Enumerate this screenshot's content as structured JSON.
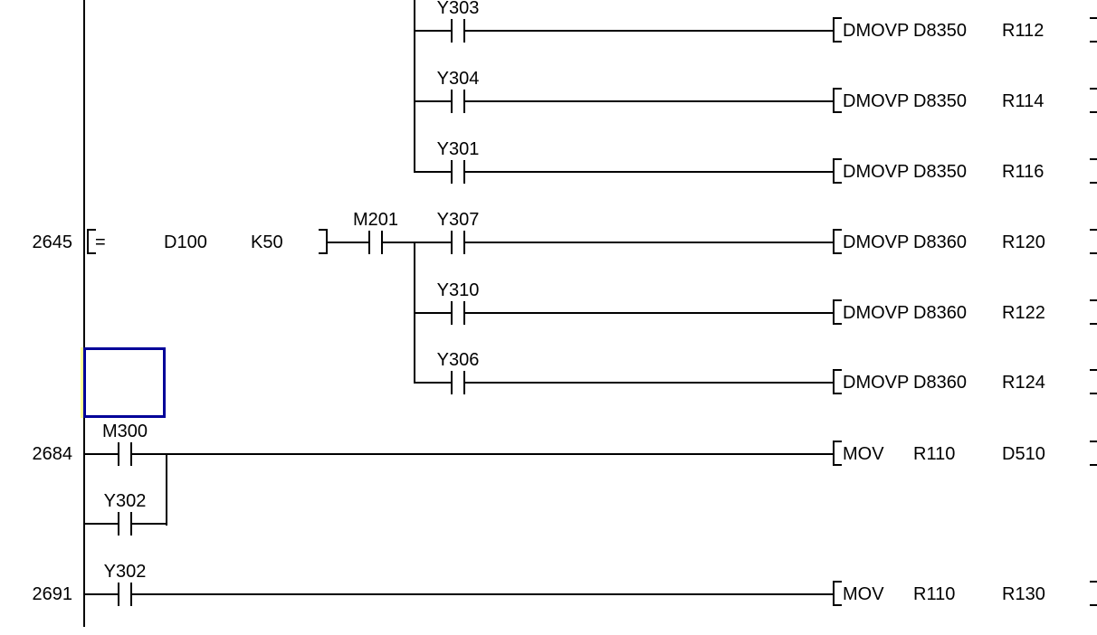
{
  "colors": {
    "line": "#000000",
    "selection_border": "#000099",
    "background": "#ffffff"
  },
  "top_branch_rows": [
    {
      "contact": "Y303",
      "instruction": {
        "op": "DMOVP",
        "src": "D8350",
        "dst": "R112"
      }
    },
    {
      "contact": "Y304",
      "instruction": {
        "op": "DMOVP",
        "src": "D8350",
        "dst": "R114"
      }
    },
    {
      "contact": "Y301",
      "instruction": {
        "op": "DMOVP",
        "src": "D8350",
        "dst": "R116"
      }
    }
  ],
  "rung_2645": {
    "step": "2645",
    "compare": {
      "op": "=",
      "src1": "D100",
      "src2": "K50"
    },
    "series_contact": "M201",
    "branches": [
      {
        "contact": "Y307",
        "instruction": {
          "op": "DMOVP",
          "src": "D8360",
          "dst": "R120"
        }
      },
      {
        "contact": "Y310",
        "instruction": {
          "op": "DMOVP",
          "src": "D8360",
          "dst": "R122"
        }
      },
      {
        "contact": "Y306",
        "instruction": {
          "op": "DMOVP",
          "src": "D8360",
          "dst": "R124"
        }
      }
    ]
  },
  "rung_2684": {
    "step": "2684",
    "contact": "M300",
    "parallel_contact": "Y302",
    "instruction": {
      "op": "MOV",
      "src": "R110",
      "dst": "D510"
    }
  },
  "rung_2691": {
    "step": "2691",
    "contact": "Y302",
    "instruction": {
      "op": "MOV",
      "src": "R110",
      "dst": "R130"
    }
  }
}
